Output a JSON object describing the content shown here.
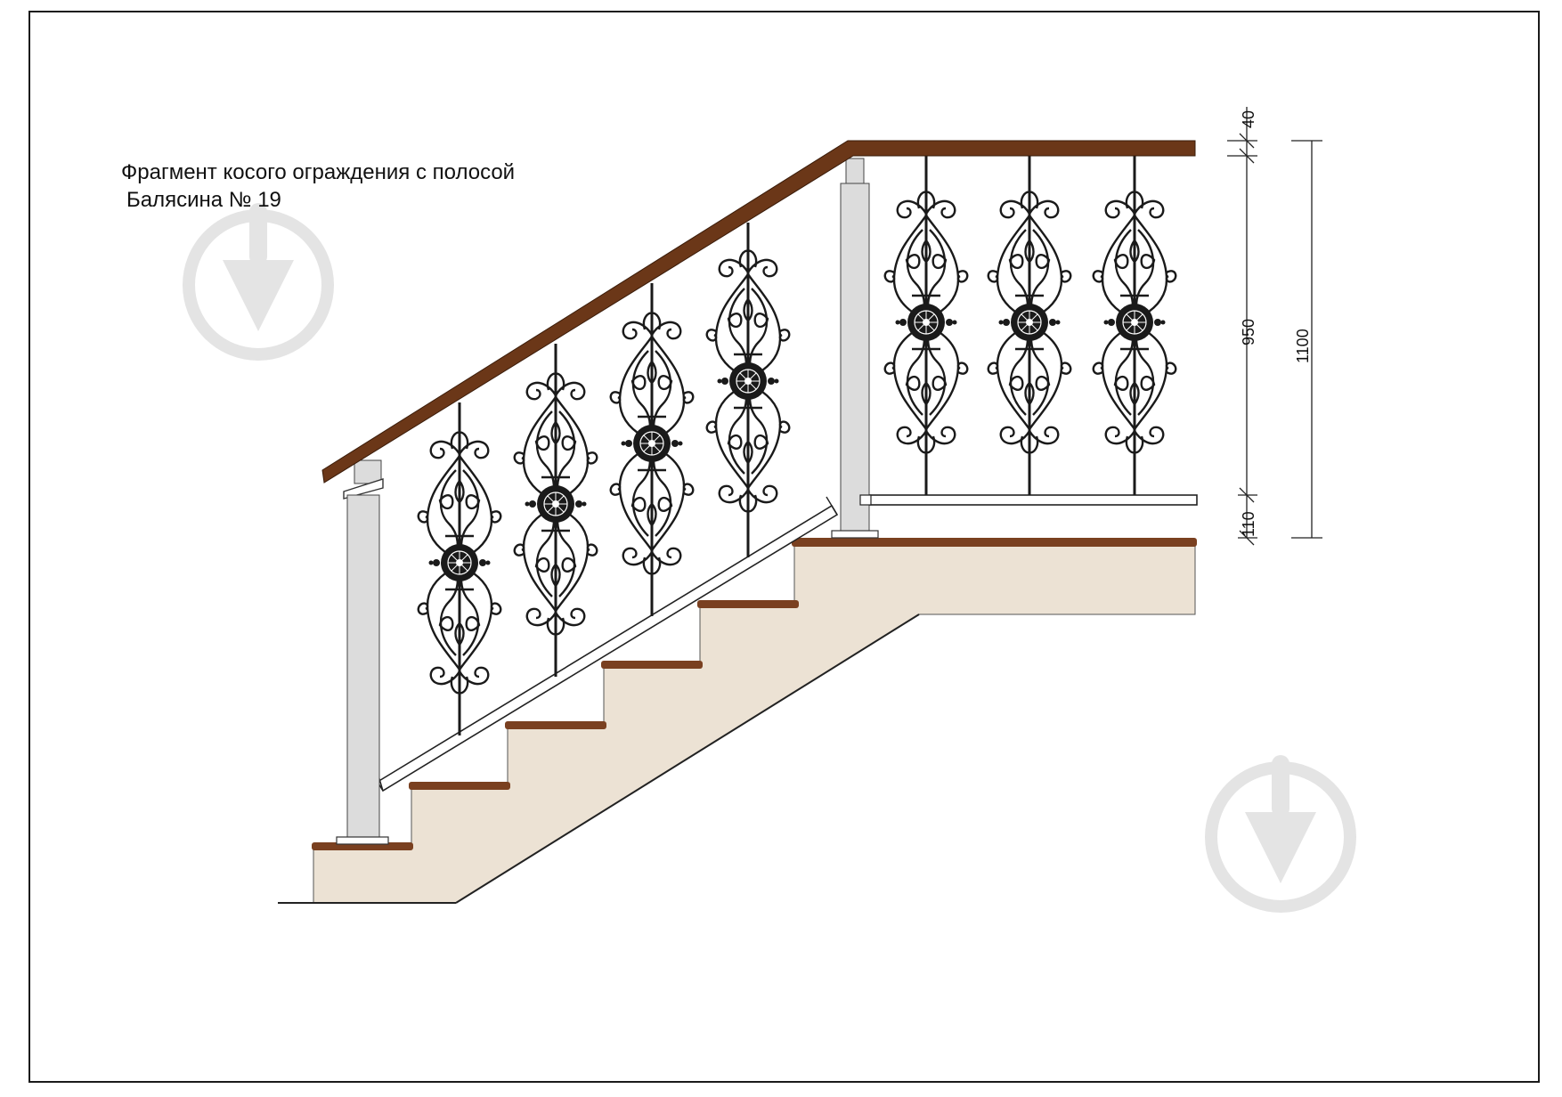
{
  "title": "Фрагмент косого ограждения с полосой",
  "subtitle": "Балясина № 19",
  "dimensions": {
    "top": "40",
    "middle": "950",
    "bottom": "110",
    "overall": "1100"
  },
  "colors": {
    "handrail": "#6b3718",
    "tread": "#7a4020",
    "stair_body": "#ece2d4",
    "post": "#dcdcdc",
    "ironwork": "#1a1a1a",
    "watermark": "#e4e4e4"
  },
  "icons": [
    "watermark-logo-icon",
    "watermark-logo-icon"
  ]
}
